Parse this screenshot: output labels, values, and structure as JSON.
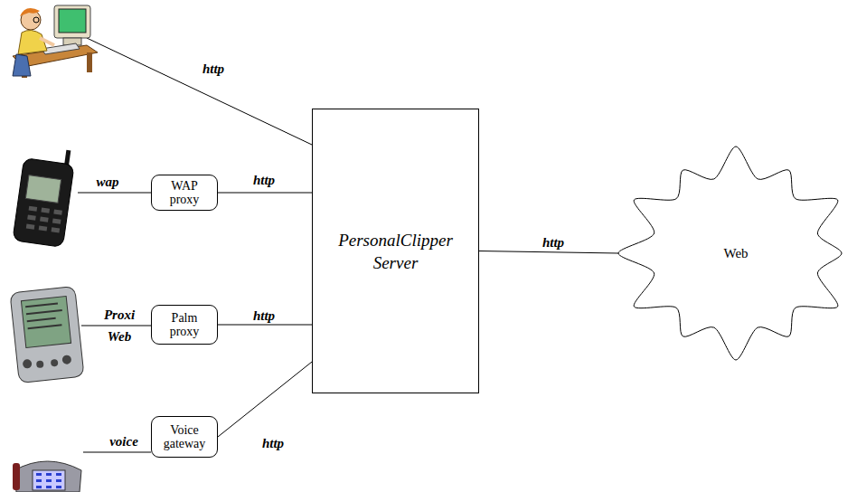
{
  "diagram": {
    "nodes": [
      {
        "text": [
          "PersonalClipper Server"
        ]
      },
      {
        "text": [
          "Web"
        ]
      },
      {
        "text": [
          "WAP proxy"
        ]
      },
      {
        "text": [
          "Palm proxy"
        ]
      },
      {
        "text": [
          "Voice gateway"
        ]
      }
    ],
    "edges": [
      {
        "from": 2,
        "to": 0,
        "arrow": "none",
        "label": "http"
      },
      {
        "from": 3,
        "to": 0,
        "arrow": "none",
        "label": "http"
      },
      {
        "from": 4,
        "to": 0,
        "arrow": "none",
        "label": "http"
      },
      {
        "from": 0,
        "to": 1,
        "arrow": "none",
        "label": "http"
      }
    ],
    "labels": [
      "http",
      "wap",
      "Proxi Web",
      "voice"
    ]
  }
}
